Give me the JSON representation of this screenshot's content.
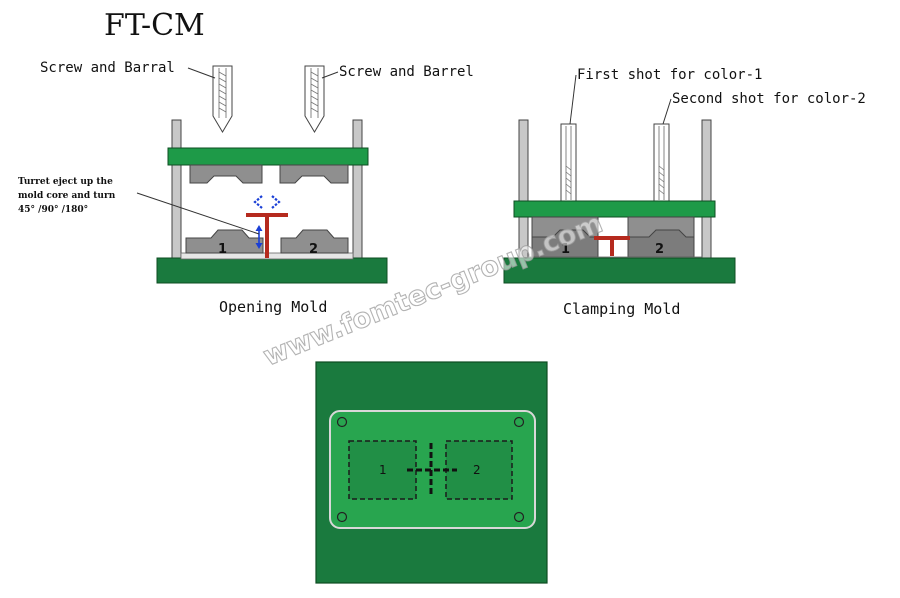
{
  "title": "FT-CM",
  "watermark": "www.fomtec-group.com",
  "opening_mold": {
    "caption": "Opening Mold",
    "callout_left": "Screw and Barral",
    "callout_right": "Screw and Barrel",
    "turret_note": [
      "Turret eject up the",
      "mold core and turn",
      "45° /90° /180°"
    ],
    "cavity_1": "1",
    "cavity_2": "2"
  },
  "clamping_mold": {
    "caption": "Clamping Mold",
    "callout_first": "First shot for color-1",
    "callout_second": "Second shot for color-2",
    "cavity_1": "1",
    "cavity_2": "2"
  },
  "top_view": {
    "cavity_1": "1",
    "cavity_2": "2"
  },
  "colors": {
    "plate_green": "#1e9a48",
    "base_green": "#1a7a3e",
    "dark_green": "#0f5c2a",
    "steel_gray": "#9a9a9a",
    "turret_red": "#b52a1e",
    "arrow_blue": "#1a3fd6"
  }
}
